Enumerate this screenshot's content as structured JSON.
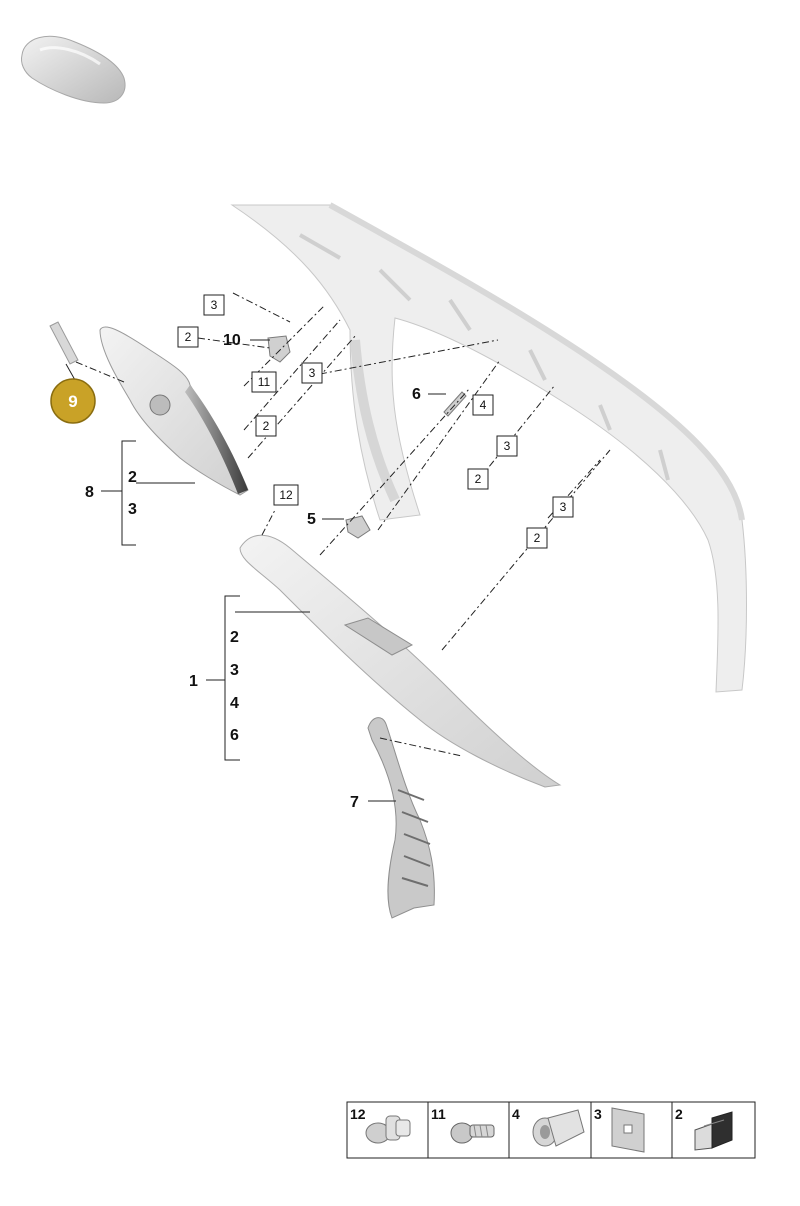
{
  "callouts": {
    "c1": "1",
    "c5": "5",
    "c6": "6",
    "c7": "7",
    "c8": "8",
    "c10": "10",
    "c9_badge": "9"
  },
  "group1_items": [
    "2",
    "3",
    "4",
    "6"
  ],
  "group8_items": [
    "2",
    "3"
  ],
  "boxed": {
    "b3a": "3",
    "b2a": "2",
    "b11": "11",
    "b3b": "3",
    "b2b": "2",
    "b4": "4",
    "b3c": "3",
    "b2c": "2",
    "b3d": "3",
    "b2d": "2",
    "b12": "12"
  },
  "legend": {
    "items": [
      "12",
      "11",
      "4",
      "3",
      "2"
    ]
  },
  "colors": {
    "badge": "#c9a227",
    "badge_border": "#8a6d10",
    "part_fill": "#e6e6e6",
    "part_dark": "#5a5a5a"
  }
}
